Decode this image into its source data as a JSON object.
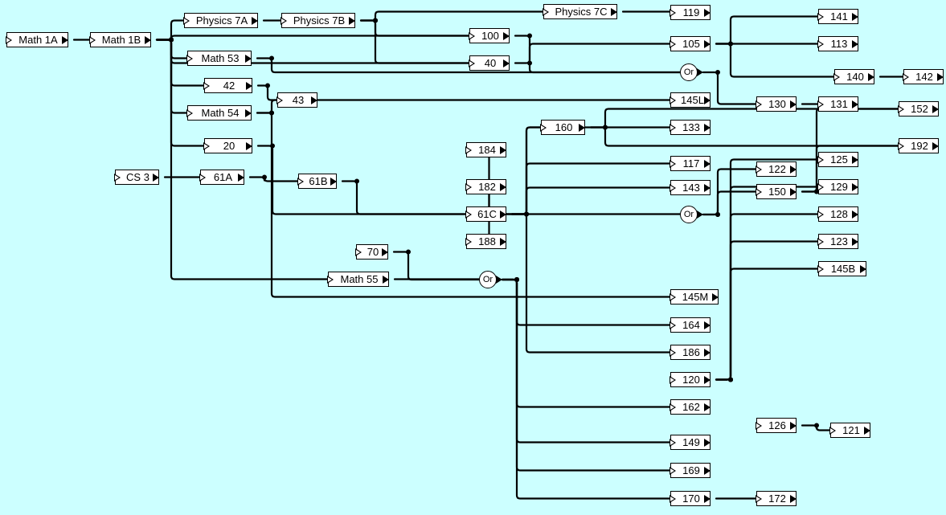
{
  "diagram": {
    "background": "#ccffff",
    "edge_color": "#000000",
    "nodes": [
      {
        "id": "math1a",
        "label": "Math 1A"
      },
      {
        "id": "math1b",
        "label": "Math 1B"
      },
      {
        "id": "phys7a",
        "label": "Physics 7A"
      },
      {
        "id": "phys7b",
        "label": "Physics 7B"
      },
      {
        "id": "phys7c",
        "label": "Physics 7C"
      },
      {
        "id": "c119",
        "label": "119"
      },
      {
        "id": "c100",
        "label": "100"
      },
      {
        "id": "c40",
        "label": "40"
      },
      {
        "id": "c105",
        "label": "105"
      },
      {
        "id": "c141",
        "label": "141"
      },
      {
        "id": "c113",
        "label": "113"
      },
      {
        "id": "c140",
        "label": "140"
      },
      {
        "id": "c142",
        "label": "142"
      },
      {
        "id": "math53",
        "label": "Math 53"
      },
      {
        "id": "c42",
        "label": "42"
      },
      {
        "id": "c43",
        "label": "43"
      },
      {
        "id": "math54",
        "label": "Math 54"
      },
      {
        "id": "c145l",
        "label": "145L"
      },
      {
        "id": "c130",
        "label": "130"
      },
      {
        "id": "c131",
        "label": "131"
      },
      {
        "id": "c152",
        "label": "152"
      },
      {
        "id": "c160",
        "label": "160"
      },
      {
        "id": "c133",
        "label": "133"
      },
      {
        "id": "c20",
        "label": "20"
      },
      {
        "id": "c184",
        "label": "184"
      },
      {
        "id": "c192",
        "label": "192"
      },
      {
        "id": "c117",
        "label": "117"
      },
      {
        "id": "c125",
        "label": "125"
      },
      {
        "id": "cs3",
        "label": "CS 3"
      },
      {
        "id": "c61a",
        "label": "61A"
      },
      {
        "id": "c61b",
        "label": "61B"
      },
      {
        "id": "c122",
        "label": "122"
      },
      {
        "id": "c182",
        "label": "182"
      },
      {
        "id": "c143",
        "label": "143"
      },
      {
        "id": "c150",
        "label": "150"
      },
      {
        "id": "c129",
        "label": "129"
      },
      {
        "id": "c61c",
        "label": "61C"
      },
      {
        "id": "c128",
        "label": "128"
      },
      {
        "id": "c188",
        "label": "188"
      },
      {
        "id": "c123",
        "label": "123"
      },
      {
        "id": "c70",
        "label": "70"
      },
      {
        "id": "c145b",
        "label": "145B"
      },
      {
        "id": "math55",
        "label": "Math 55"
      },
      {
        "id": "c145m",
        "label": "145M"
      },
      {
        "id": "c164",
        "label": "164"
      },
      {
        "id": "c186",
        "label": "186"
      },
      {
        "id": "c120",
        "label": "120"
      },
      {
        "id": "c162",
        "label": "162"
      },
      {
        "id": "c126",
        "label": "126"
      },
      {
        "id": "c121",
        "label": "121"
      },
      {
        "id": "c149",
        "label": "149"
      },
      {
        "id": "c169",
        "label": "169"
      },
      {
        "id": "c170",
        "label": "170"
      },
      {
        "id": "c172",
        "label": "172"
      }
    ],
    "gates": [
      {
        "id": "or1",
        "label": "Or"
      },
      {
        "id": "or2",
        "label": "Or"
      },
      {
        "id": "or3",
        "label": "Or"
      }
    ],
    "edges": [
      [
        "math1a",
        "math1b"
      ],
      [
        "math1b",
        "phys7a"
      ],
      [
        "math1b",
        "math53"
      ],
      [
        "math1b",
        "c42"
      ],
      [
        "math1b",
        "math54"
      ],
      [
        "math1b",
        "c20"
      ],
      [
        "math1b",
        "math55"
      ],
      [
        "math1b",
        "c100"
      ],
      [
        "math1b",
        "c40"
      ],
      [
        "phys7a",
        "phys7b"
      ],
      [
        "phys7b",
        "phys7c"
      ],
      [
        "phys7b",
        "c100"
      ],
      [
        "phys7b",
        "c40"
      ],
      [
        "phys7c",
        "c119"
      ],
      [
        "c100",
        "or1"
      ],
      [
        "c40",
        "c105"
      ],
      [
        "c105",
        "c141"
      ],
      [
        "c105",
        "c113"
      ],
      [
        "c105",
        "c140"
      ],
      [
        "c140",
        "c142"
      ],
      [
        "c42",
        "c43"
      ],
      [
        "math53",
        "or1"
      ],
      [
        "or1",
        "c130"
      ],
      [
        "c130",
        "c131"
      ],
      [
        "math54",
        "c145l"
      ],
      [
        "c160",
        "c152"
      ],
      [
        "c160",
        "c192"
      ],
      [
        "c20",
        "c61c"
      ],
      [
        "cs3",
        "c61a"
      ],
      [
        "c61a",
        "c61b"
      ],
      [
        "c61b",
        "c61c"
      ],
      [
        "c61c",
        "c160"
      ],
      [
        "c61c",
        "c184"
      ],
      [
        "c61c",
        "c182"
      ],
      [
        "c61c",
        "c188"
      ],
      [
        "c61c",
        "c186"
      ],
      [
        "c61c",
        "c133"
      ],
      [
        "c61c",
        "c117"
      ],
      [
        "c61c",
        "c143"
      ],
      [
        "c61c",
        "or2"
      ],
      [
        "or2",
        "c122"
      ],
      [
        "or2",
        "c150"
      ],
      [
        "c150",
        "c152"
      ],
      [
        "c150",
        "c192"
      ],
      [
        "c120",
        "c125"
      ],
      [
        "c120",
        "c129"
      ],
      [
        "c120",
        "c128"
      ],
      [
        "c120",
        "c123"
      ],
      [
        "c120",
        "c145b"
      ],
      [
        "c70",
        "or3"
      ],
      [
        "math55",
        "or3"
      ],
      [
        "or3",
        "c164"
      ],
      [
        "or3",
        "c162"
      ],
      [
        "or3",
        "c149"
      ],
      [
        "or3",
        "c169"
      ],
      [
        "or3",
        "c170"
      ],
      [
        "c170",
        "c172"
      ],
      [
        "c126",
        "c121"
      ],
      [
        "math54",
        "c145m"
      ]
    ]
  }
}
